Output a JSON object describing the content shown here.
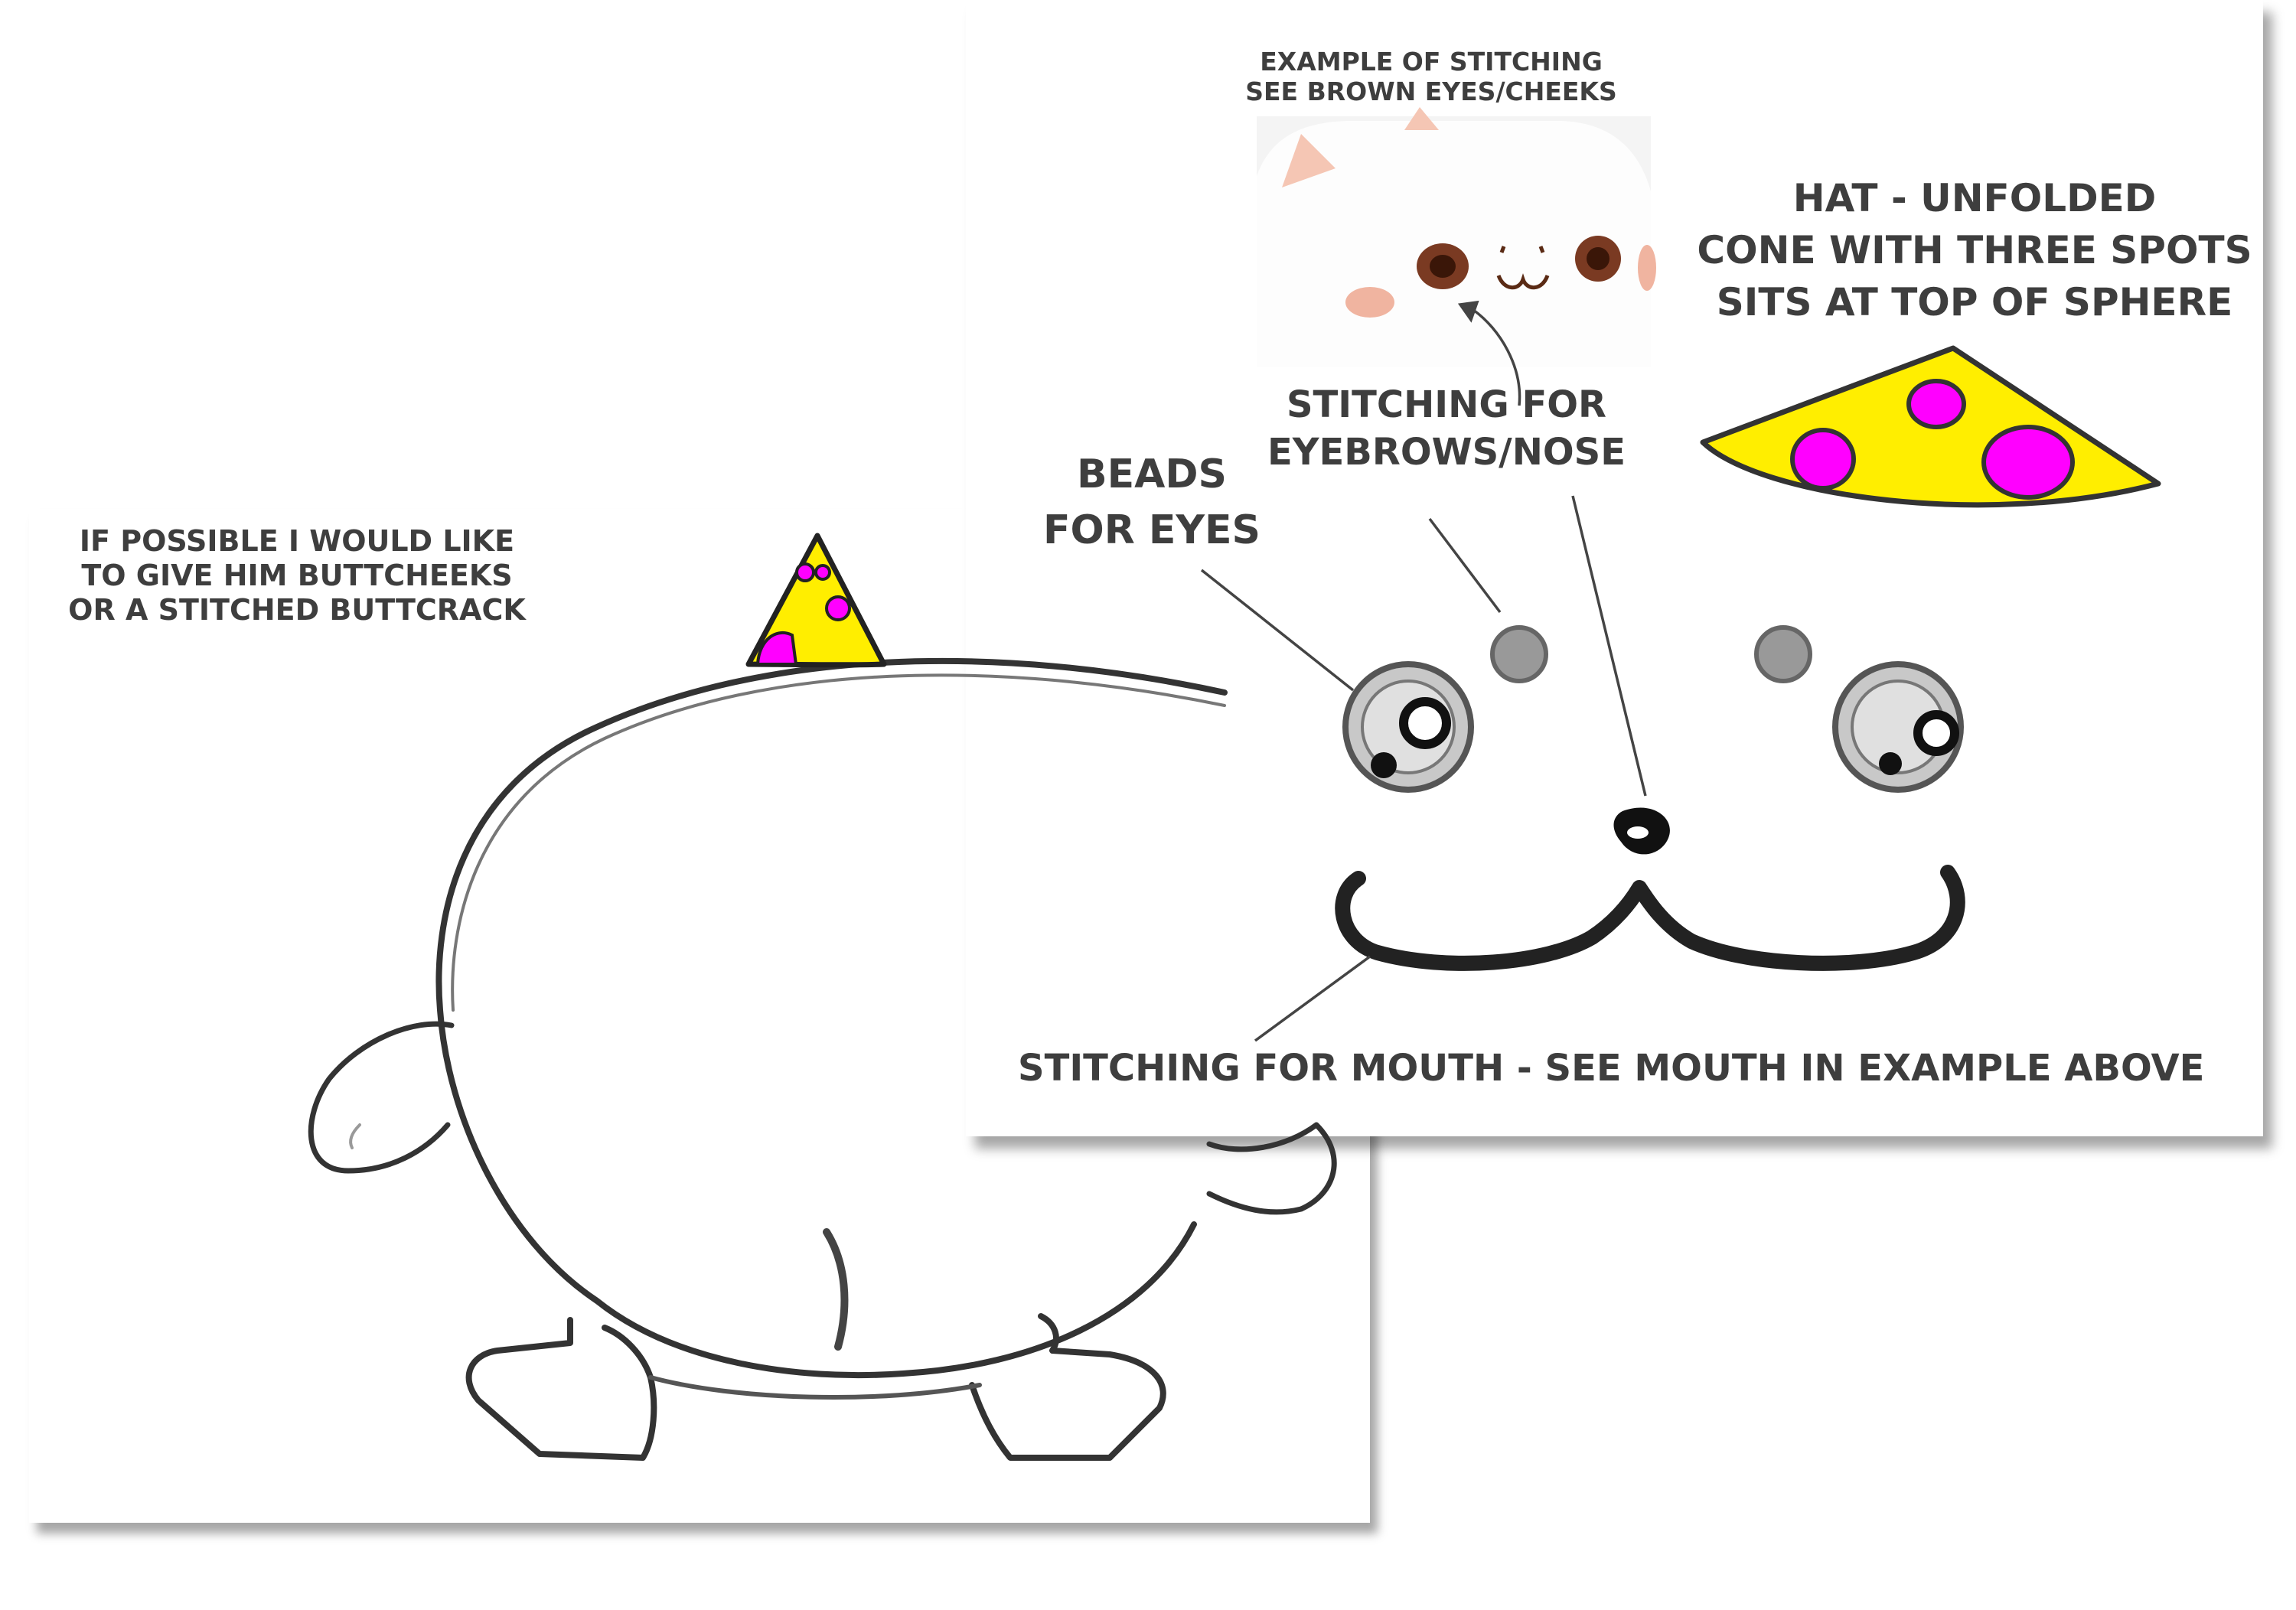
{
  "back_sheet": {
    "note_lines": [
      "IF POSSIBLE I WOULD LIKE",
      "TO GIVE HIM BUTTCHEEKS",
      "OR A STITCHED BUTTCRACK"
    ]
  },
  "front_sheet": {
    "example_title_lines": [
      "EXAMPLE OF STITCHING",
      "SEE BROWN EYES/CHEEKS"
    ],
    "hat_label_lines": [
      "HAT - UNFOLDED",
      "CONE WITH THREE SPOTS",
      "SITS AT TOP OF SPHERE"
    ],
    "stitching_brows_lines": [
      "STITCHING FOR",
      "EYEBROWS/NOSE"
    ],
    "beads_lines": [
      "BEADS",
      "FOR EYES"
    ],
    "mouth_label": "STITCHING FOR MOUTH - SEE MOUTH IN EXAMPLE ABOVE"
  },
  "colors": {
    "hat_yellow": "#ffee00",
    "spot_magenta": "#ff00ff",
    "outline": "#333333",
    "label_text": "#3e3e3e",
    "plush_cheek": "#f0b4a0",
    "plush_eye": "#7a3a22"
  },
  "icons": [
    "party-hat-icon",
    "plush-cat-photo",
    "bead-eye-icon",
    "nose-icon"
  ]
}
